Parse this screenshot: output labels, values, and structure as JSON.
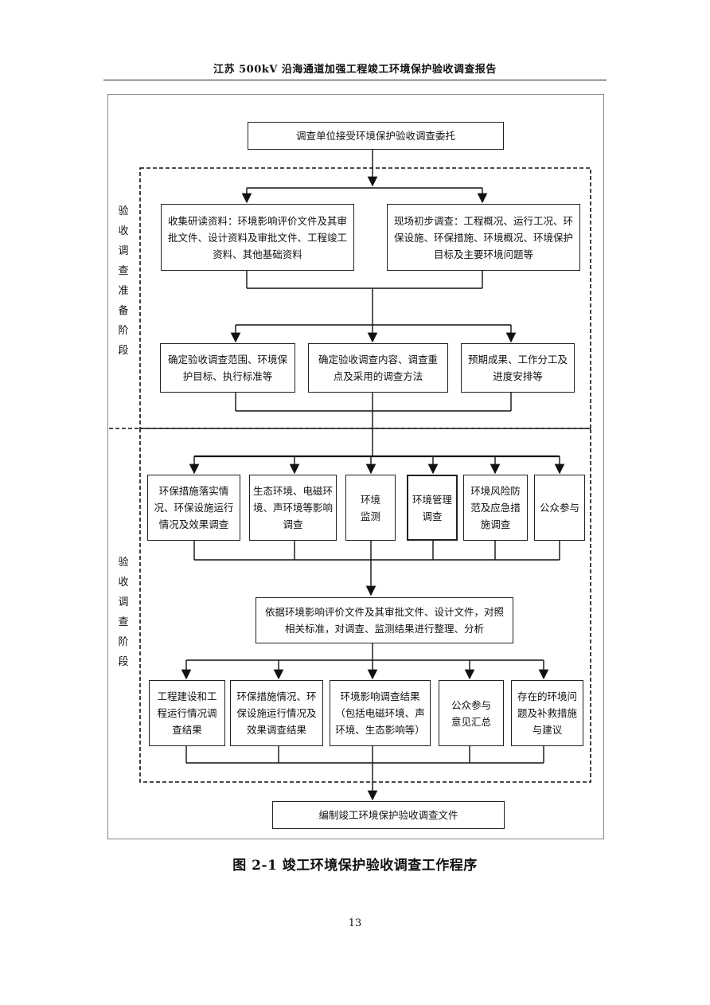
{
  "header": {
    "title": "江苏 500kV 沿海通道加强工程竣工环境保护验收调查报告"
  },
  "diagram": {
    "start": "调查单位接受环境保护验收调查委托",
    "phases": {
      "prep": "验收调查准备阶段",
      "survey": "验收调查阶段"
    },
    "prep_row1": [
      "收集研读资料：环境影响评价文件及其审批文件、设计资料及审批文件、工程竣工资料、其他基础资料",
      "现场初步调查：工程概况、运行工况、环保设施、环保措施、环境概况、环境保护目标及主要环境问题等"
    ],
    "prep_row2": [
      "确定验收调查范围、环境保护目标、执行标准等",
      "确定验收调查内容、调查重点及采用的调查方法",
      "预期成果、工作分工及进度安排等"
    ],
    "survey_row1": [
      "环保措施落实情况、环保设施运行情况及效果调查",
      "生态环境、电磁环境、声环境等影响调查",
      "环境监测",
      "环境管理调查",
      "环境风险防范及应急措施调查",
      "公众参与"
    ],
    "analysis": "依据环境影响评价文件及其审批文件、设计文件，对照相关标准，对调查、监测结果进行整理、分析",
    "results": [
      "工程建设和工程运行情况调查结果",
      "环保措施情况、环保设施运行情况及效果调查结果",
      "环境影响调查结果（包括电磁环境、声环境、生态影响等）",
      "公众参与意见汇总",
      "存在的环境问题及补救措施与建议"
    ],
    "end": "编制竣工环境保护验收调查文件"
  },
  "caption": "图 2-1    竣工环境保护验收调查工作程序",
  "page_number": "13"
}
